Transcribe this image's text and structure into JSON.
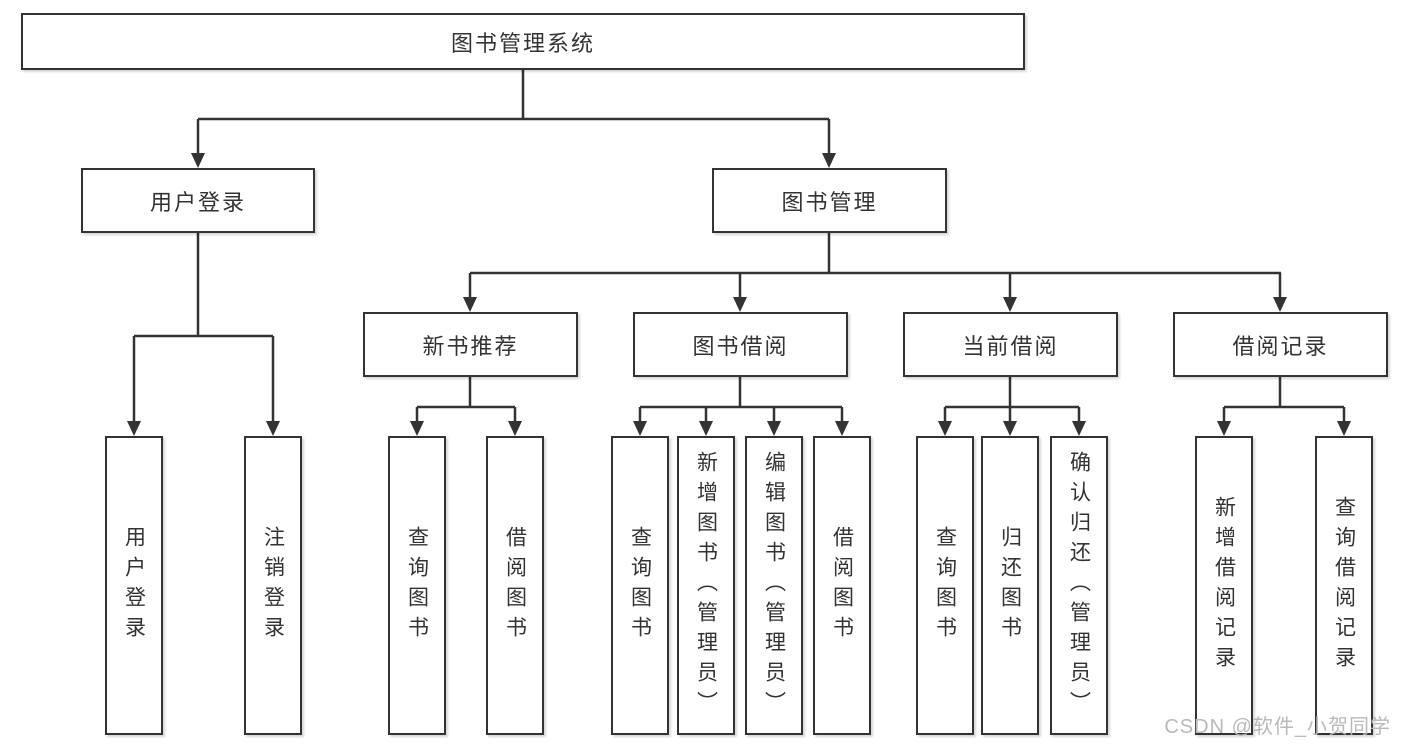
{
  "diagram_title": "图书管理系统",
  "nodes": {
    "root": "图书管理系统",
    "user_login": "用户登录",
    "book_mgmt": "图书管理",
    "new_book_rec": "新书推荐",
    "book_borrow": "图书借阅",
    "current_borrow": "当前借阅",
    "borrow_record": "借阅记录",
    "leaf_user_login": "用户登录",
    "leaf_logout": "注销登录",
    "leaf_nb_query": "查询图书",
    "leaf_nb_borrow": "借阅图书",
    "leaf_bb_query": "查询图书",
    "leaf_bb_add": "新增图书（管理员）",
    "leaf_bb_edit": "编辑图书（管理员）",
    "leaf_bb_borrow": "借阅图书",
    "leaf_cb_query": "查询图书",
    "leaf_cb_return": "归还图书",
    "leaf_cb_confirm": "确认归还（管理员）",
    "leaf_br_add": "新增借阅记录",
    "leaf_br_query": "查询借阅记录"
  },
  "watermark": "CSDN @软件_小贺同学",
  "colors": {
    "line": "#333333",
    "box_border": "#333333",
    "text": "#333333",
    "background": "#ffffff",
    "watermark": "#b9b9b9"
  }
}
